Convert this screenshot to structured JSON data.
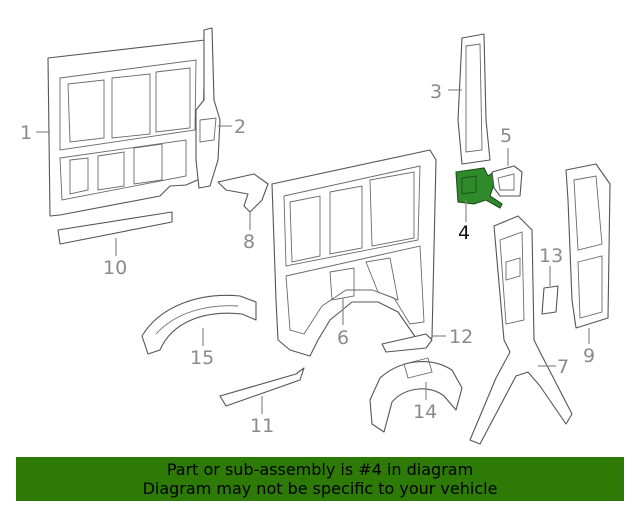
{
  "callouts": [
    {
      "id": "1",
      "label": "1"
    },
    {
      "id": "2",
      "label": "2"
    },
    {
      "id": "3",
      "label": "3"
    },
    {
      "id": "4",
      "label": "4"
    },
    {
      "id": "5",
      "label": "5"
    },
    {
      "id": "6",
      "label": "6"
    },
    {
      "id": "7",
      "label": "7"
    },
    {
      "id": "8",
      "label": "8"
    },
    {
      "id": "9",
      "label": "9"
    },
    {
      "id": "10",
      "label": "10"
    },
    {
      "id": "11",
      "label": "11"
    },
    {
      "id": "12",
      "label": "12"
    },
    {
      "id": "13",
      "label": "13"
    },
    {
      "id": "14",
      "label": "14"
    },
    {
      "id": "15",
      "label": "15"
    }
  ],
  "highlighted_part": "4",
  "colors": {
    "highlight": "#2f8a2a",
    "banner_background": "#2d7a06",
    "line_art": "#555555",
    "callout_text": "#8a8a8a"
  },
  "banner": {
    "line1": "Part or sub-assembly is #4 in diagram",
    "line2": "Diagram may not be specific to your vehicle"
  }
}
